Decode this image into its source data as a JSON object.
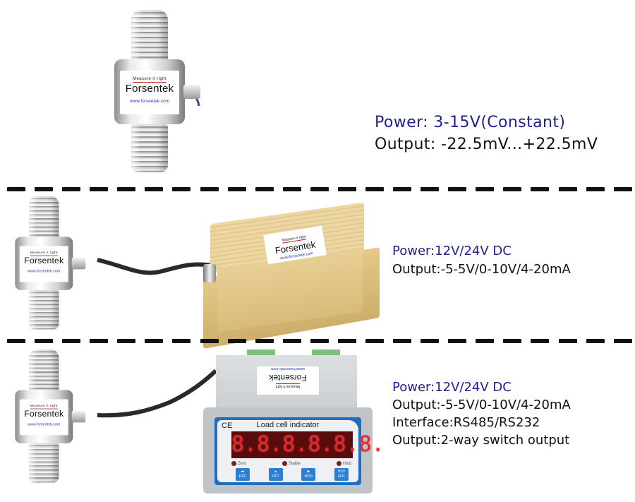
{
  "image": {
    "description": "Product comparison graphic: tension/compression load cell alone, with amplifier, and with load cell indicator"
  },
  "brand": {
    "name": "Forsentek",
    "slogan": "Measure it right",
    "url": "www.forsentek.com"
  },
  "colors": {
    "power_text": "#1f1f8f",
    "body_text": "#111111",
    "separator": "#111111",
    "amplifier_housing": "#e2c98f",
    "indicator_frame": "#2b7fd3",
    "led_display": "#e02a2a"
  },
  "sections": [
    {
      "id": "load-cell-only",
      "devices": [
        "load cell"
      ],
      "specs": [
        {
          "kind": "power",
          "text": "Power:  3-15V(Constant)"
        },
        {
          "kind": "output",
          "text": "Output:  -22.5mV...+22.5mV"
        }
      ]
    },
    {
      "id": "load-cell-with-amplifier",
      "devices": [
        "load cell",
        "amplifier"
      ],
      "specs": [
        {
          "kind": "power",
          "text": "Power:12V/24V DC"
        },
        {
          "kind": "output",
          "text": "Output:-5-5V/0-10V/4-20mA"
        }
      ]
    },
    {
      "id": "load-cell-with-indicator",
      "devices": [
        "load cell",
        "load cell indicator"
      ],
      "specs": [
        {
          "kind": "power",
          "text": "Power:12V/24V DC"
        },
        {
          "kind": "output",
          "text": "Output:-5-5V/0-10V/4-20mA"
        },
        {
          "kind": "interface",
          "text": "Interface:RS485/RS232"
        },
        {
          "kind": "output",
          "text": "Output:2-way switch output"
        }
      ]
    }
  ],
  "indicator": {
    "mark": "CE",
    "title": "Load cell indicator",
    "digits": [
      "8.",
      "8.",
      "8.",
      "8.",
      "8.",
      "8."
    ],
    "leds": [
      "Zero",
      "Stable",
      "Hold"
    ],
    "keys": [
      {
        "icon": "arrow-icon",
        "glyph": "◂▸",
        "label": "ESC"
      },
      {
        "icon": "up-arrow-icon",
        "glyph": "▲",
        "label": "OPT"
      },
      {
        "icon": "right-arrow-icon",
        "glyph": "▶",
        "label": "MOD"
      },
      {
        "icon": "hold-icon",
        "glyph": "HLD",
        "label": "ENT"
      }
    ]
  }
}
